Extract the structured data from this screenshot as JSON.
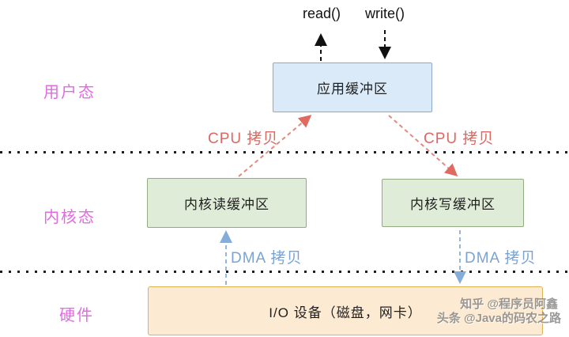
{
  "diagram": {
    "syscalls": {
      "read": "read()",
      "write": "write()"
    },
    "layers": [
      {
        "id": "user-mode",
        "label": "用户态"
      },
      {
        "id": "kernel-mode",
        "label": "内核态"
      },
      {
        "id": "hardware",
        "label": "硬件"
      }
    ],
    "boxes": {
      "app_buffer": "应用缓冲区",
      "kernel_read_buffer": "内核读缓冲区",
      "kernel_write_buffer": "内核写缓冲区",
      "io_device": "I/O 设备（磁盘，网卡）"
    },
    "copy_labels": {
      "cpu_left": "CPU 拷贝",
      "cpu_right": "CPU 拷贝",
      "dma_left": "DMA 拷贝",
      "dma_right": "DMA 拷贝"
    },
    "watermark": {
      "line1": "知乎 @程序员阿鑫",
      "line2": "头条 @Java的码农之路"
    },
    "colors": {
      "layer_label": "#e06ce0",
      "cpu_copy": "#dc6862",
      "dma_copy": "#7aa3d4",
      "app_buffer_fill": "#daeaf8",
      "app_buffer_border": "#8ca9c7",
      "kernel_buffer_fill": "#dfecd7",
      "kernel_buffer_border": "#93ab80",
      "io_device_fill": "#fcead2",
      "io_device_border": "#dcb456",
      "boundary_dots": "#1c1c1c"
    }
  }
}
